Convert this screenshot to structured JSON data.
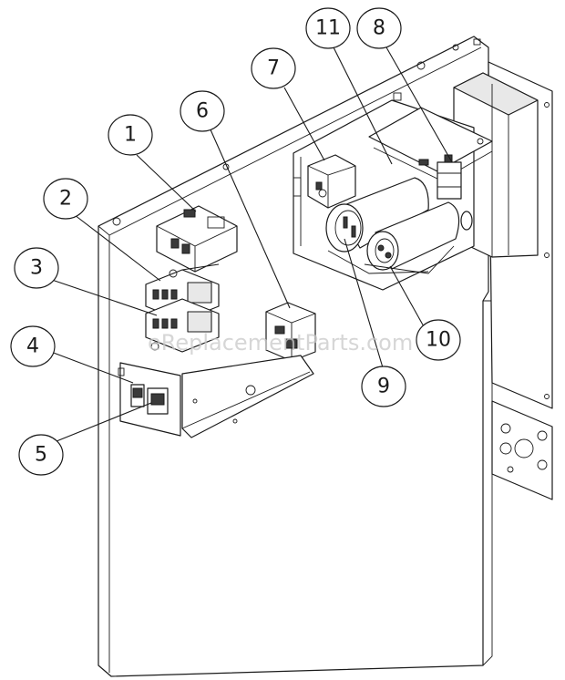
{
  "watermark": "eReplacementParts.com",
  "callouts": [
    {
      "id": "1",
      "label": "1"
    },
    {
      "id": "2",
      "label": "2"
    },
    {
      "id": "3",
      "label": "3"
    },
    {
      "id": "4",
      "label": "4"
    },
    {
      "id": "5",
      "label": "5"
    },
    {
      "id": "6",
      "label": "6"
    },
    {
      "id": "7",
      "label": "7"
    },
    {
      "id": "8",
      "label": "8"
    },
    {
      "id": "9",
      "label": "9"
    },
    {
      "id": "10",
      "label": "10"
    },
    {
      "id": "11",
      "label": "11"
    }
  ],
  "colors": {
    "line": "#1a1a1a",
    "background": "#ffffff",
    "watermark": "#c9c9c9"
  }
}
